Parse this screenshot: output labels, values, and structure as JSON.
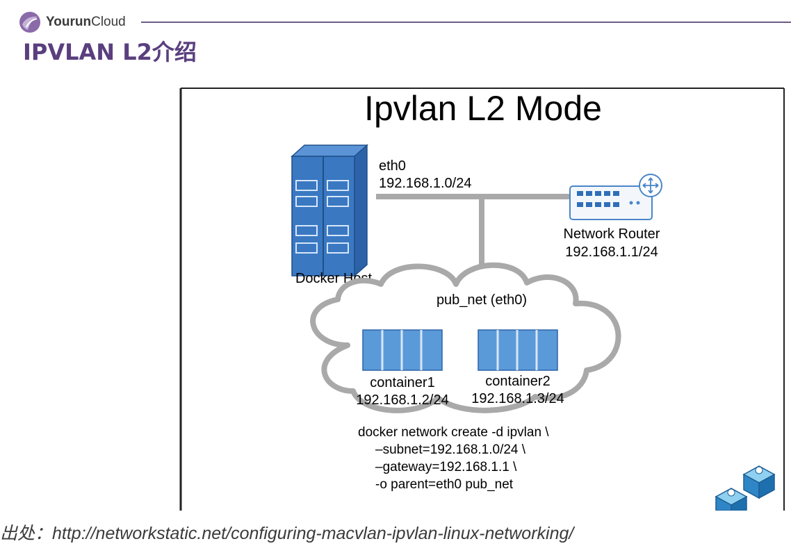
{
  "header": {
    "logo_icon": "yourun-cloud-logo",
    "brand_bold": "Yourun",
    "brand_light": "Cloud"
  },
  "page_title": "IPVLAN L2介绍",
  "diagram": {
    "title": "Ipvlan L2 Mode",
    "host": {
      "label": "Docker Host",
      "interface": "eth0",
      "subnet": "192.168.1.0/24"
    },
    "router": {
      "label": "Network Router",
      "ip": "192.168.1.1/24"
    },
    "network": {
      "label": "pub_net (eth0)"
    },
    "containers": [
      {
        "name": "container1",
        "ip": "192.168.1.2/24"
      },
      {
        "name": "container2",
        "ip": "192.168.1.3/24"
      }
    ],
    "command": [
      "docker network create -d ipvlan \\",
      "–subnet=192.168.1.0/24 \\",
      "–gateway=192.168.1.1 \\",
      "-o parent=eth0 pub_net"
    ],
    "colors": {
      "server": "#3a78c2",
      "link": "#a9a9a9",
      "cloud_stroke": "#a9a9a9"
    }
  },
  "source_note": "出处：http://networkstatic.net/configuring-macvlan-ipvlan-linux-networking/"
}
